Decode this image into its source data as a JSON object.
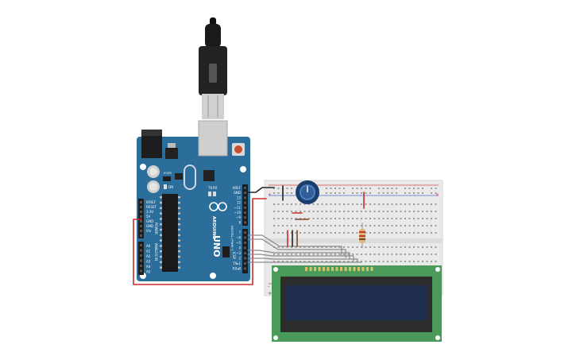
{
  "arduino": {
    "brand": "ARDUINO",
    "model": "UNO",
    "icsp": "ICSP2",
    "tx": "TX",
    "rx": "RX",
    "on": "ON",
    "icsp_bottom": "ICSP",
    "power_header": "POWER",
    "analog_header": "ANALOG IN",
    "digital_header": "DIGITAL (PWM~)",
    "power_pins": [
      "IOREF",
      "RESET",
      "3.3V",
      "5V",
      "GND",
      "GND",
      "Vin"
    ],
    "analog_pins": [
      "A0",
      "A1",
      "A2",
      "A3",
      "A4",
      "A5"
    ],
    "digital_top": [
      "AREF",
      "GND",
      "13",
      "12",
      "~11",
      "~10",
      "~9",
      "8"
    ],
    "digital_bottom": [
      "7",
      "~6",
      "~5",
      "4",
      "~3",
      "2",
      "TX▸1",
      "RX◂0"
    ]
  },
  "colors": {
    "board": "#2b6d9b",
    "breadboard": "#e9e9e9",
    "lcd_pcb": "#4a9b5a",
    "lcd_screen": "#1f2d4d",
    "wire_red": "#cc2a2a",
    "wire_black": "#222222",
    "wire_gray": "#8a8a8a"
  }
}
